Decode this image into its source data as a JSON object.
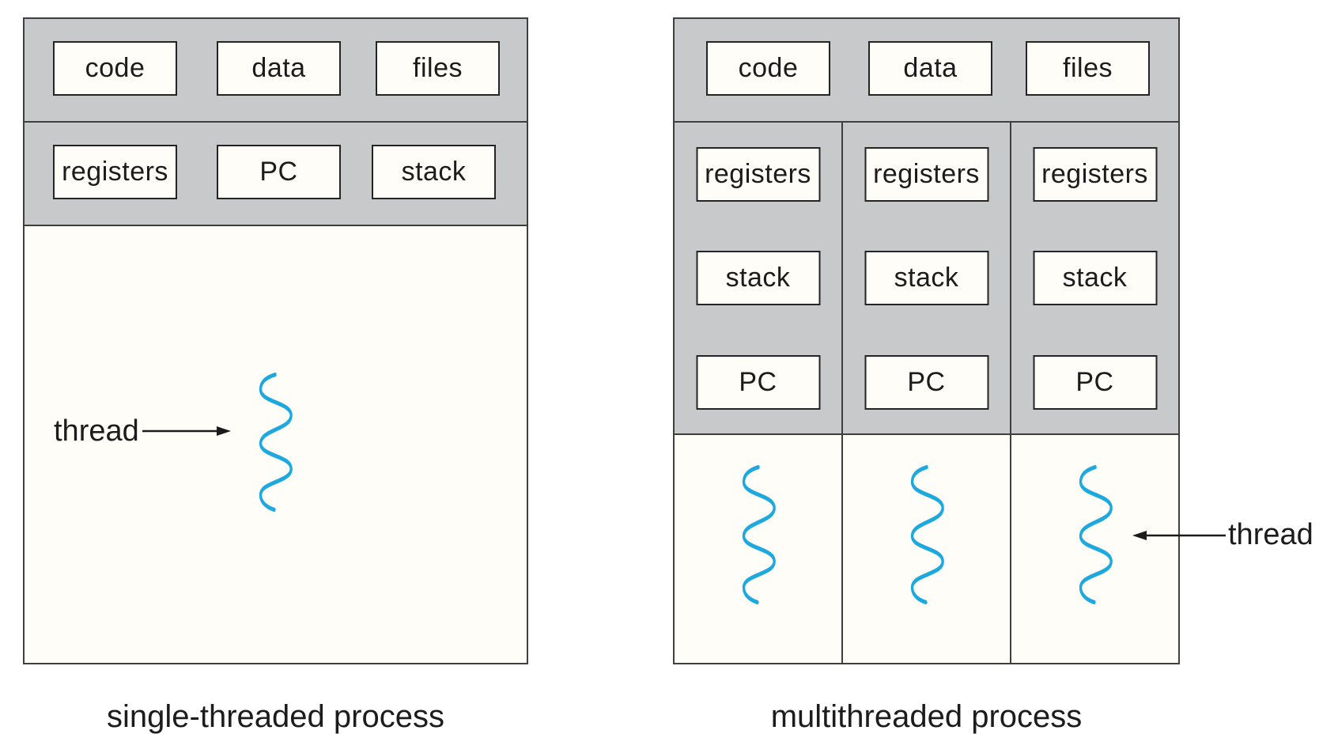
{
  "figure": {
    "left": {
      "caption": "single-threaded process",
      "row1": {
        "code": "code",
        "data": "data",
        "files": "files"
      },
      "row2": {
        "registers": "registers",
        "pc": "PC",
        "stack": "stack"
      },
      "thread_label": "thread"
    },
    "right": {
      "caption": "multithreaded process",
      "row1": {
        "code": "code",
        "data": "data",
        "files": "files"
      },
      "columns": [
        {
          "registers": "registers",
          "stack": "stack",
          "pc": "PC"
        },
        {
          "registers": "registers",
          "stack": "stack",
          "pc": "PC"
        },
        {
          "registers": "registers",
          "stack": "stack",
          "pc": "PC"
        }
      ],
      "thread_label": "thread"
    }
  },
  "colors": {
    "section_gray": "#c8c9ca",
    "panel_fill": "#fffdf8",
    "outer_border": "#3f3f3f",
    "box_border": "#242424",
    "text": "#1c1c1c",
    "thread_blue": "#1ea8e0"
  }
}
